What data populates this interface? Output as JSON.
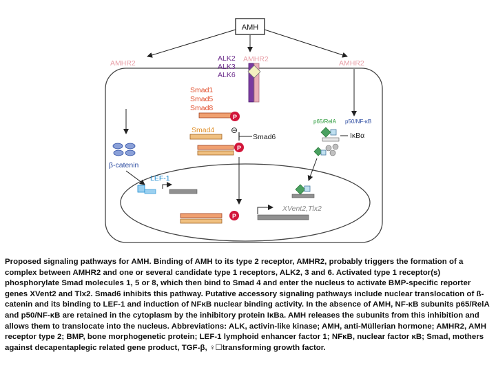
{
  "labels": {
    "amh": "AMH",
    "amhr2_left": "AMHR2",
    "amhr2_center": "AMHR2",
    "amhr2_right": "AMHR2",
    "alk2": "ALK2",
    "alk3": "ALK3",
    "alk6": "ALK6",
    "smad1": "Smad1",
    "smad5": "Smad5",
    "smad8": "Smad8",
    "smad4": "Smad4",
    "smad6": "Smad6",
    "p": "P",
    "inhibit_symbol": "⊖",
    "p65": "p65/RelA",
    "p50": "p50/NF-κB",
    "ikba": "IκBα",
    "beta_catenin": "β-catenin",
    "lef1": "LEF-1",
    "xvent": "XVent2,Tlx2"
  },
  "colors": {
    "amhr2": "#e8a0a8",
    "alk": "#6a2a8a",
    "smad": "#e14c2a",
    "smad4": "#e0902a",
    "phospho": "#d2163a",
    "nfkb": "#2a9a3a",
    "catenin": "#2a4aa0",
    "lef": "#1a8ad0",
    "target": "#8a8a8a",
    "diamond": "#4aa060"
  },
  "caption": "Proposed signaling pathways for AMH. Binding of AMH to its type 2 receptor, AMHR2, probably triggers the formation of a complex between AMHR2 and one or several candidate type 1 receptors, ALK2, 3 and 6. Activated type 1 receptor(s) phosphorylate Smad molecules 1, 5 or 8, which then bind to Smad 4 and enter the nucleus to activate BMP-specific reporter genes XVent2 and Tlx2. Smad6 inhibits this pathway. Putative accessory signaling pathways include nuclear translocation of ß-catenin and its binding to LEF-1 and induction of NFκB nuclear binding activity. In the absence of AMH, NF-κB subunits p65/RelA and p50/NF-κB are retained in the cytoplasm by the inhibitory protein IκBa. AMH releases the subunits from this inhibition and allows them to translocate into the nucleus. Abbreviations: ALK, activin-like kinase; AMH, anti-Müllerian hormone; AMHR2, AMH receptor type 2; BMP, bone morphogenetic protein; LEF-1 lymphoid enhancer factor 1; NFκB, nuclear factor κB; Smad, mothers against decapentaplegic related gene product, TGF-β, ♀☐transforming growth factor."
}
